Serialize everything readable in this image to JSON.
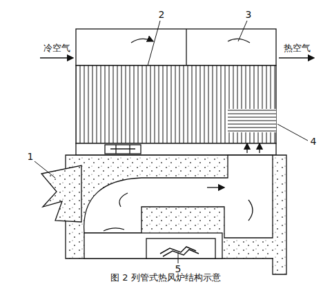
{
  "diagram": {
    "caption": "图 2 列管式热风炉结构示意",
    "labels": [
      "1",
      "2",
      "3",
      "4",
      "5",
      "冷空气",
      "热空气"
    ]
  }
}
